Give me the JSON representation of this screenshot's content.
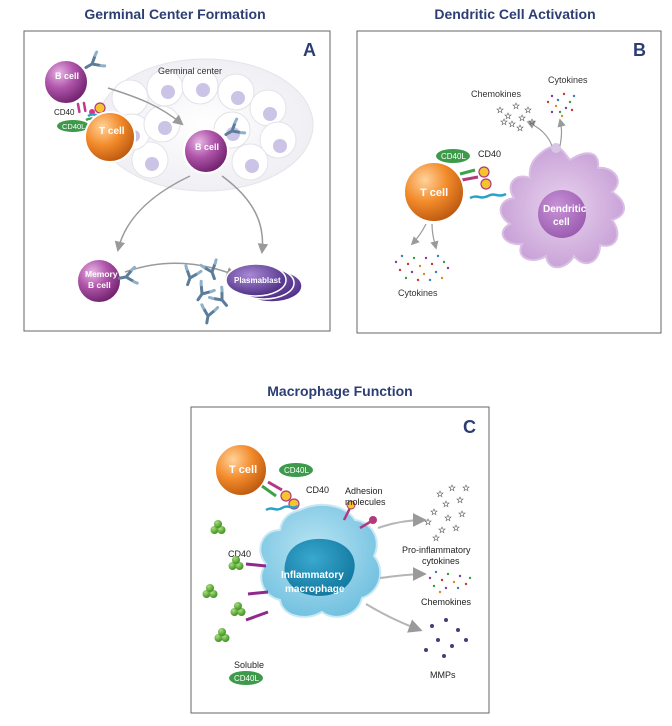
{
  "panels": {
    "a": {
      "title": "Germinal Center Formation",
      "letter": "A",
      "labels": {
        "b_cell_top": "B cell",
        "germinal_center": "Germinal center",
        "cd40": "CD40",
        "cd40l": "CD40L",
        "t_cell": "T cell",
        "b_cell_center": "B cell",
        "memory_line1": "Memory",
        "memory_line2": "B cell",
        "plasmablast": "Plasmablast"
      }
    },
    "b": {
      "title": "Dendritic Cell Activation",
      "letter": "B",
      "labels": {
        "chemokines": "Chemokines",
        "cytokines_top": "Cytokines",
        "cd40l": "CD40L",
        "cd40": "CD40",
        "t_cell": "T cell",
        "dendritic_line1": "Dendritic",
        "dendritic_line2": "cell",
        "cytokines_bottom": "Cytokines"
      }
    },
    "c": {
      "title": "Macrophage Function",
      "letter": "C",
      "labels": {
        "t_cell": "T cell",
        "cd40l_top": "CD40L",
        "cd40_top": "CD40",
        "adhesion_line1": "Adhesion",
        "adhesion_line2": "molecules",
        "proinflam_line1": "Pro-inflammatory",
        "proinflam_line2": "cytokines",
        "cd40_left": "CD40",
        "macrophage_line1": "Inflammatory",
        "macrophage_line2": "macrophage",
        "chemokines": "Chemokines",
        "soluble": "Soluble",
        "cd40l_soluble": "CD40L",
        "mmps": "MMPs"
      }
    }
  },
  "colors": {
    "title": "#2c3e73",
    "b_cell": "#8e2a8a",
    "t_cell": "#e07020",
    "cd40l_chip": "#3d9a4a",
    "dendritic": "#c9a4d6",
    "macrophage": "#5fb6d9",
    "plasmablast": "#5a3a8e",
    "antibody": "#4a6e8e",
    "soluble_cd40l": "#5aa83c",
    "arrow": "#9a9a9a"
  },
  "icons": [
    "antibody-icon",
    "receptor-icon",
    "arrow-icon",
    "cytokine-dots-icon",
    "chemokine-star-icon",
    "soluble-cd40l-icon"
  ]
}
